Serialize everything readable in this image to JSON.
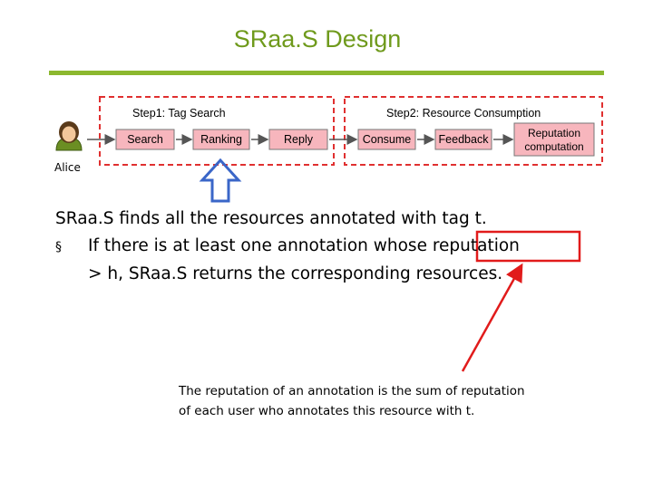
{
  "slide": {
    "title": "SRaa.S Design",
    "body": {
      "line1": "SRaa.S finds all the resources annotated with tag t.",
      "bullet_symbol": "§",
      "line2": "If there is at least one annotation whose reputation",
      "line3": "> h, SRaa.S returns the corresponding resources."
    },
    "note": {
      "line1": "The reputation of an annotation is the sum of reputation",
      "line2": "of each user who annotates this resource with t."
    }
  },
  "diagram": {
    "actor_label": "Alice",
    "step1_label": "Step1: Tag Search",
    "step2_label": "Step2: Resource Consumption",
    "nodes": {
      "search": "Search",
      "ranking": "Ranking",
      "reply": "Reply",
      "consume": "Consume",
      "feedback": "Feedback",
      "reputation_line1": "Reputation",
      "reputation_line2": "computation"
    },
    "colors": {
      "title": "#6f9a1c",
      "rule": "#8cb82f",
      "dashed_border": "#e03030",
      "node_fill": "#f7b6bd",
      "callout": "#e11b1b",
      "up_arrow": "#3a66c8"
    }
  }
}
